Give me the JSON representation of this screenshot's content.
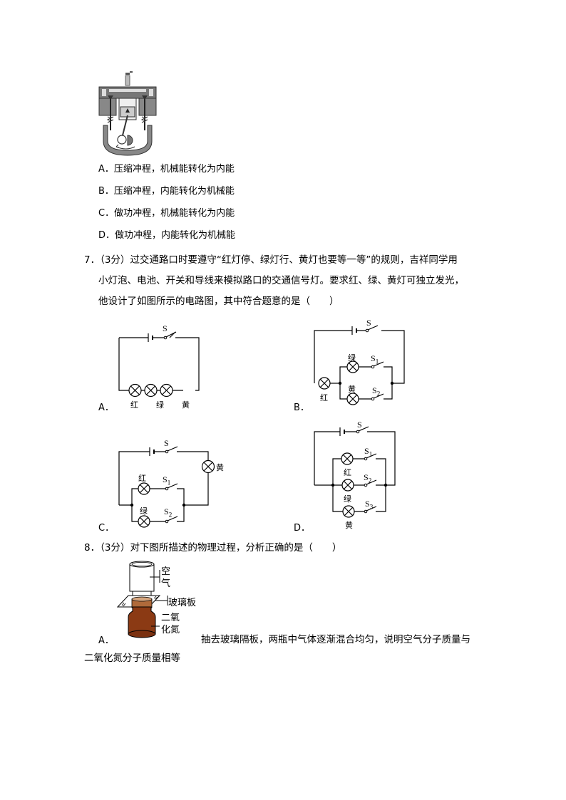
{
  "question6": {
    "figure": "four-stroke-engine-diagram",
    "options": [
      {
        "letter": "A．",
        "text": "压缩冲程，机械能转化为内能"
      },
      {
        "letter": "B．",
        "text": "压缩冲程，内能转化为机械能"
      },
      {
        "letter": "C．",
        "text": "做功冲程，机械能转化为内能"
      },
      {
        "letter": "D．",
        "text": "做功冲程，内能转化为机械能"
      }
    ]
  },
  "question7": {
    "number": "7．",
    "score": "（3分）",
    "lines": [
      "过交通路口时要遵守“红灯停、绿灯行、黄灯也要等一等”的规则，吉祥同学用",
      "小灯泡、电池、开关和导线来模拟路口的交通信号灯。要求红、绿、黄灯可独立发光，",
      "他设计了如图所示的电路图，其中符合题意的是（　　）"
    ],
    "circuits": {
      "A": {
        "letter": "A．",
        "switch": "S",
        "lamps": [
          "红",
          "绿",
          "黄"
        ]
      },
      "B": {
        "letter": "B．",
        "switch": "S",
        "s1": "S",
        "s1_sub": "1",
        "s2": "S",
        "s2_sub": "2",
        "lamps": {
          "red": "红",
          "green": "绿",
          "yellow": "黄"
        }
      },
      "C": {
        "letter": "C．",
        "switch": "S",
        "s1": "S",
        "s1_sub": "1",
        "s2": "S",
        "s2_sub": "2",
        "lamps": {
          "red": "红",
          "green": "绿",
          "yellow": "黄"
        }
      },
      "D": {
        "letter": "D．",
        "switch": "S",
        "s1": "S",
        "s1_sub": "1",
        "s2": "S",
        "s2_sub": "2",
        "s3": "S",
        "s3_sub": "3",
        "lamps": {
          "red": "红",
          "green": "绿",
          "yellow": "黄"
        }
      }
    }
  },
  "question8": {
    "number": "8．",
    "score": "（3分）",
    "stem": "对下图所描述的物理过程，分析正确的是（　　）",
    "optionA": {
      "letter": "A．",
      "labels": {
        "air1": "空",
        "air2": "气",
        "glass": "玻璃板",
        "no2_1": "二氧",
        "no2_2": "化氮"
      },
      "text_line1": "抽去玻璃隔板，两瓶中气体逐渐混合均匀，说明空气分子质量与",
      "text_line2": "二氧化氮分子质量相等",
      "bottle_color": "#8B3A14"
    }
  }
}
